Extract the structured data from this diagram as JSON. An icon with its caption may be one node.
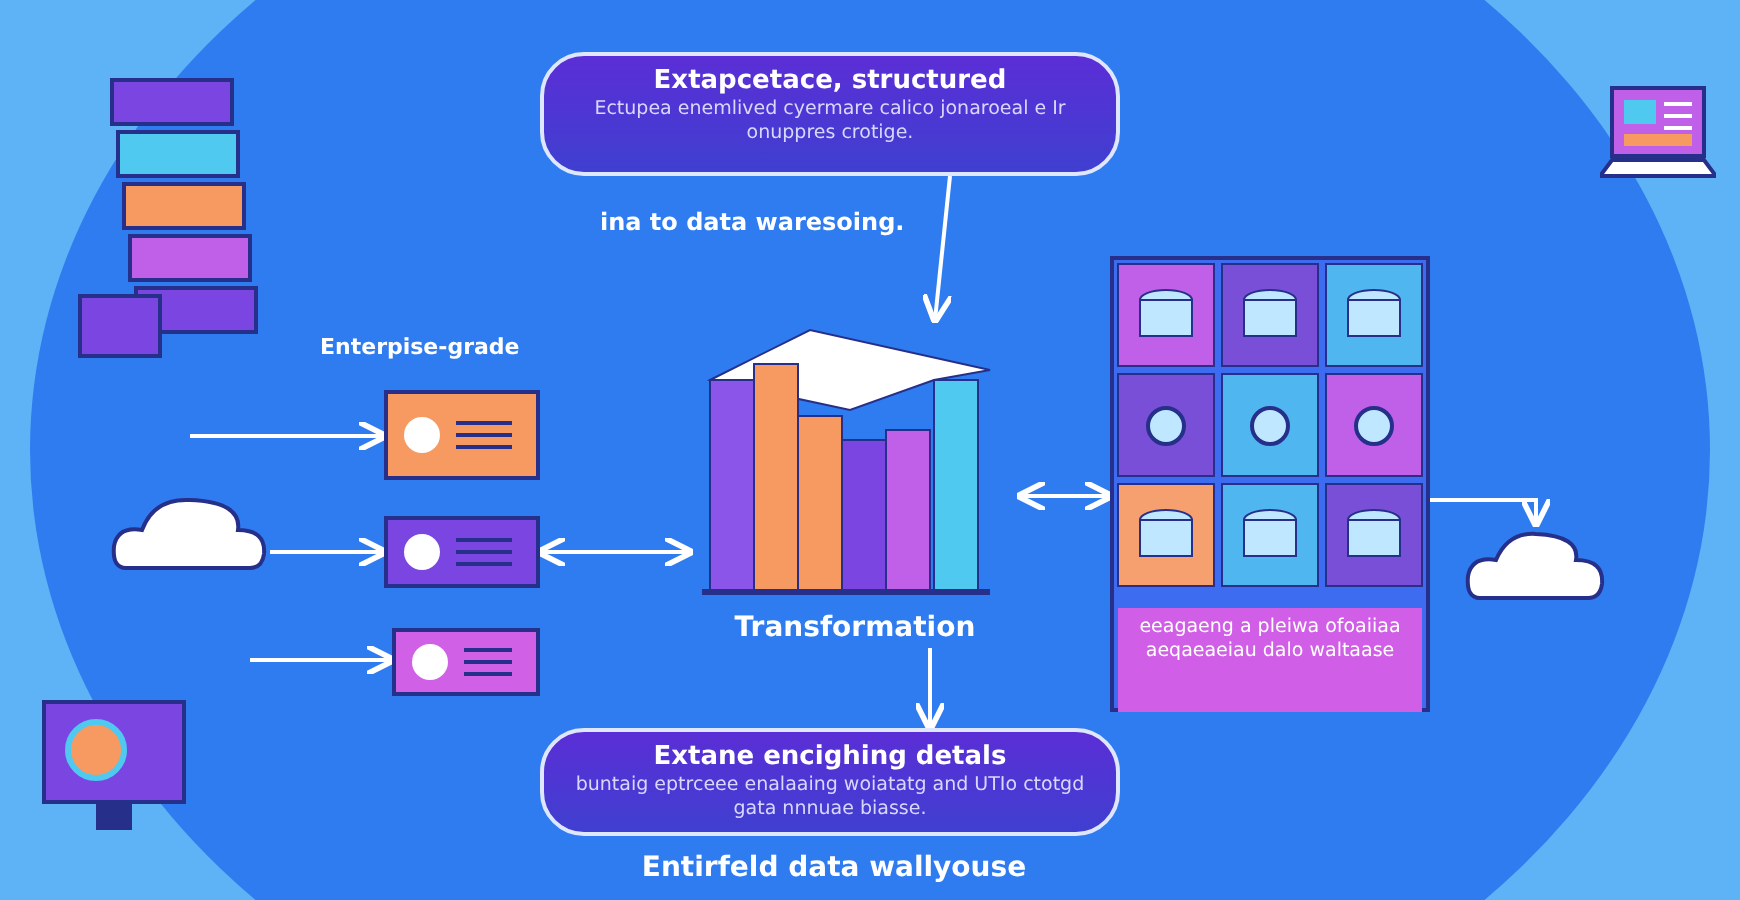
{
  "diagram": {
    "nodes": [
      {
        "text": [
          "Extapcetace, structured",
          "Ectupea enemlived cyermare calico jonaroeal e Ir onuppres crotige."
        ]
      },
      {
        "text": [],
        "shape": "picture",
        "beside": [
          "Transformation"
        ]
      },
      {
        "text": [],
        "shape": "box"
      },
      {
        "text": [],
        "shape": "box"
      },
      {
        "text": [],
        "shape": "box"
      },
      {
        "text": [
          "eeagaeng a pleiwa ofoaiiaa aeqaeaeiau dalo waltaase"
        ]
      },
      {
        "text": [
          "Extane encighing detals",
          "buntaig eptrceee enalaaing woiatatg and UTIo ctotgd gata nnnuae biasse."
        ],
        "beside": [
          "Entirfeld data wallyouse"
        ]
      },
      {
        "text": [],
        "shape": "cloud"
      },
      {
        "text": [],
        "shape": "cloud"
      },
      {
        "text": [],
        "shape": "picture"
      },
      {
        "text": [],
        "shape": "picture"
      },
      {
        "text": [],
        "shape": "picture"
      }
    ],
    "edges": [
      {
        "from": null,
        "to": 2,
        "arrow": "to"
      },
      {
        "from": 7,
        "to": 3,
        "arrow": "to"
      },
      {
        "from": null,
        "to": 4,
        "arrow": "to"
      },
      {
        "from": 0,
        "to": 1,
        "arrow": "to"
      },
      {
        "from": 1,
        "to": 6,
        "arrow": "to"
      },
      {
        "from": 3,
        "to": 1,
        "arrow": "both"
      },
      {
        "from": 1,
        "to": 5,
        "arrow": "both"
      },
      {
        "from": 5,
        "to": 8,
        "arrow": "to"
      }
    ],
    "labels": [
      "ina to data waresoing.",
      "Enterpise-grade"
    ]
  }
}
